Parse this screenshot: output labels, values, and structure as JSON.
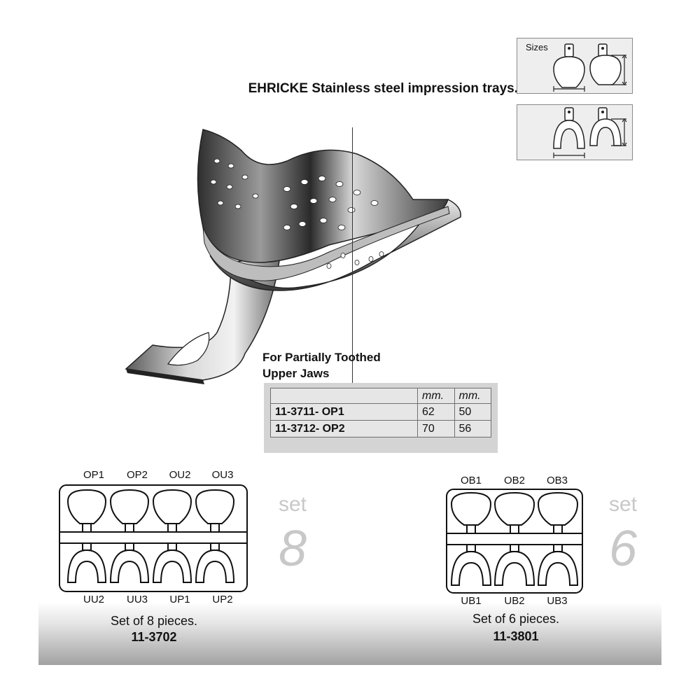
{
  "title": "EHRICKE Stainless steel impression trays.",
  "sizes_label": "Sizes",
  "subtitle": [
    "For Partially Toothed",
    "Upper Jaws"
  ],
  "table": {
    "units": [
      "mm.",
      "mm."
    ],
    "rows": [
      {
        "code": "11-3711- OP1",
        "width": "62",
        "length": "50"
      },
      {
        "code": "11-3712- OP2",
        "width": "70",
        "length": "56"
      }
    ]
  },
  "set8": {
    "top_labels": [
      "OP1",
      "OP2",
      "OU2",
      "OU3"
    ],
    "bottom_labels": [
      "UU2",
      "UU3",
      "UP1",
      "UP2"
    ],
    "set_word": "set",
    "set_number": "8",
    "caption": "Set of 8 pieces.",
    "code": "11-3702"
  },
  "set6": {
    "top_labels": [
      "OB1",
      "OB2",
      "OB3"
    ],
    "bottom_labels": [
      "UB1",
      "UB2",
      "UB3"
    ],
    "set_word": "set",
    "set_number": "6",
    "caption": "Set of 6 pieces.",
    "code": "11-3801"
  },
  "icons": [
    "upper-tray-icon",
    "lower-tray-icon",
    "dimension-arrow-icon"
  ],
  "colors": {
    "tray_steel_dark": "#3a3a3a",
    "tray_steel_light": "#f0f0f0",
    "set_text": "#c8c8c8"
  }
}
